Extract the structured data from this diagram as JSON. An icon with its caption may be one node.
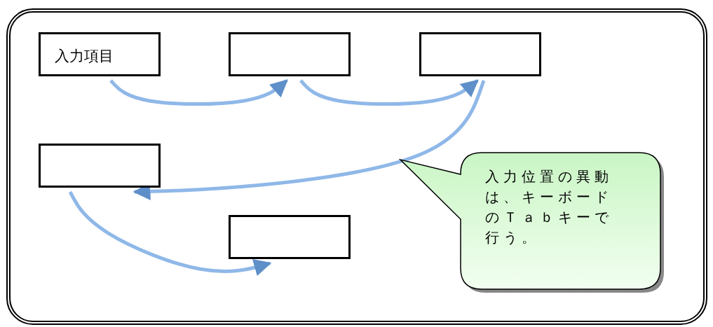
{
  "diagram": {
    "nodes": [
      {
        "text": [],
        "shape": "box"
      },
      {
        "text": [
          "入力項目"
        ],
        "in": 0
      },
      {
        "text": [],
        "shape": "box",
        "in": 0
      },
      {
        "text": [],
        "shape": "box",
        "in": 0
      },
      {
        "text": [],
        "shape": "box",
        "in": 0
      },
      {
        "text": [],
        "shape": "box",
        "in": 0
      },
      {
        "text": [
          "入力位置の異動は、キーボードのＴａｂキーで行う。"
        ],
        "in": 0
      }
    ],
    "edges": [
      {
        "from": 1,
        "to": 2,
        "arrow": "to"
      },
      {
        "from": 2,
        "to": 3,
        "arrow": "to"
      },
      {
        "from": 3,
        "to": 4,
        "arrow": "to"
      },
      {
        "from": 4,
        "to": 5,
        "arrow": "to"
      }
    ]
  }
}
